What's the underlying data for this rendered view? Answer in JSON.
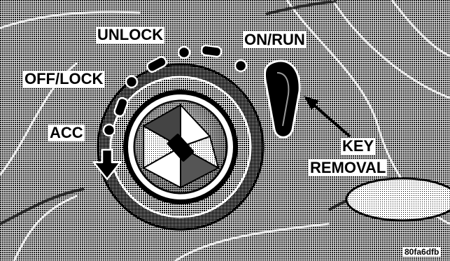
{
  "labels": {
    "unlock": "UNLOCK",
    "on_run": "ON/RUN",
    "off_lock": "OFF/LOCK",
    "acc": "ACC",
    "key": "KEY",
    "removal": "REMOVAL"
  },
  "figure_code": "80fa6dfb",
  "colors": {
    "ink": "#000000",
    "paper": "#ffffff",
    "halftone": "#8a8a8a"
  },
  "icons": {
    "direction_arrow": "arrow-down-icon",
    "pointer_arrow": "arrow-left-pointer-icon"
  }
}
